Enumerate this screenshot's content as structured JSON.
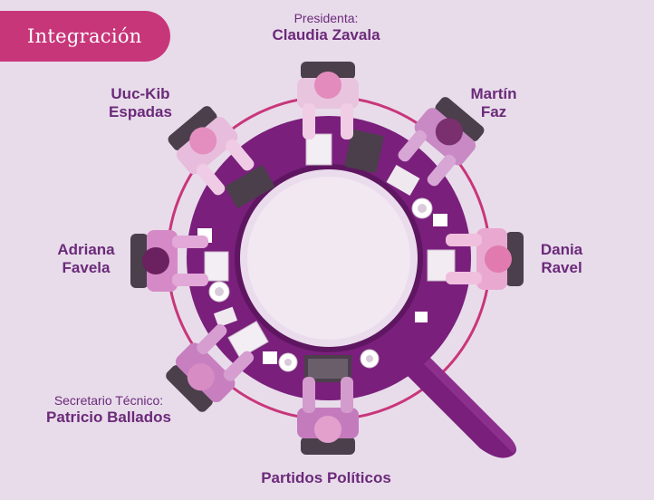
{
  "header": {
    "title": "Integración"
  },
  "participants": {
    "presidenta_role": "Presidenta:",
    "presidenta_name": "Claudia Zavala",
    "uuc_kib_line1": "Uuc-Kib",
    "uuc_kib_line2": "Espadas",
    "martin_line1": "Martín",
    "martin_line2": "Faz",
    "adriana_line1": "Adriana",
    "adriana_line2": "Favela",
    "dania_line1": "Dania",
    "dania_line2": "Ravel",
    "secretario_role": "Secretario Técnico:",
    "secretario_name": "Patricio Ballados",
    "partidos": "Partidos Políticos"
  },
  "colors": {
    "background": "#e8dcea",
    "badge": "#c8367a",
    "ring": "#c8367a",
    "table": "#7a1f7c",
    "label_text": "#6b2a7a"
  }
}
